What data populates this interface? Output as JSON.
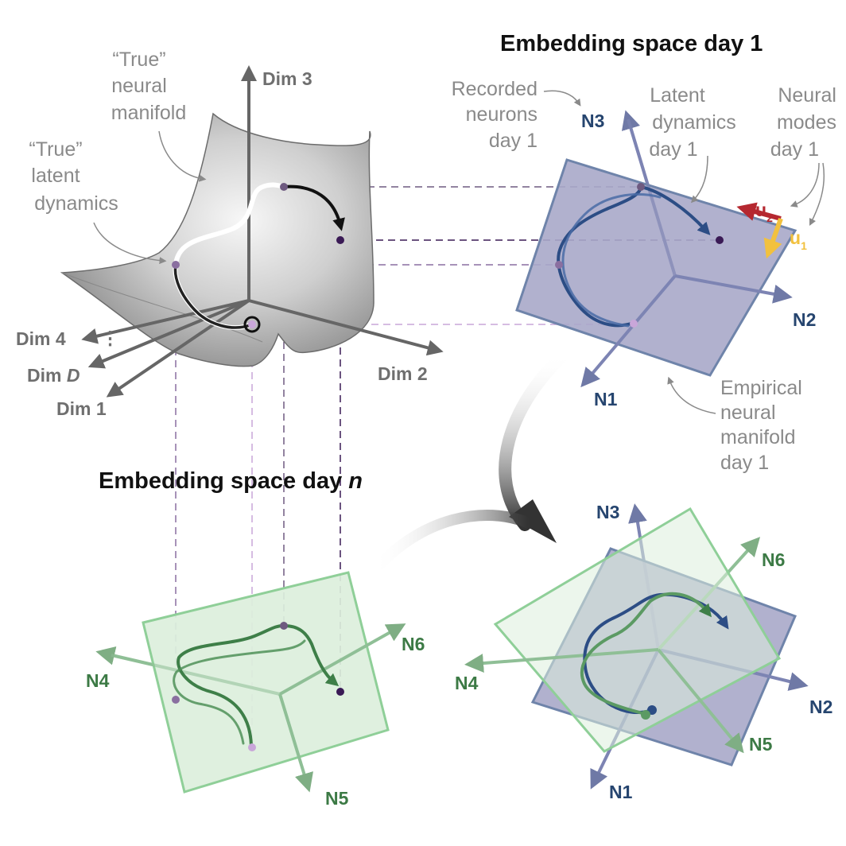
{
  "labels": {
    "true_manifold": [
      "“True”",
      "neural",
      "manifold"
    ],
    "true_latent": [
      "“True”",
      "latent",
      "dynamics"
    ],
    "dim3": "Dim 3",
    "dim4": "Dim 4",
    "dimD_prefix": "Dim ",
    "dimD_var": "D",
    "dim1": "Dim 1",
    "dim2": "Dim 2",
    "ellipsis": "⋮"
  },
  "day1": {
    "title": "Embedding space day 1",
    "recorded_neurons": [
      "Recorded",
      "neurons",
      "day 1"
    ],
    "latent_dynamics": [
      "Latent",
      "dynamics",
      "day 1"
    ],
    "neural_modes": [
      "Neural",
      "modes",
      "day 1"
    ],
    "empirical_manifold": [
      "Empirical",
      "neural",
      "manifold",
      "day 1"
    ],
    "axes": {
      "n1": "N1",
      "n2": "N2",
      "n3": "N3"
    },
    "modes": {
      "u2_base": "u",
      "u2_sub": "2",
      "u1_base": "u",
      "u1_sub": "1"
    }
  },
  "dayn": {
    "title_prefix": "Embedding space day ",
    "title_var": "n",
    "axes": {
      "n4": "N4",
      "n5": "N5",
      "n6": "N6"
    }
  },
  "overlay": {
    "axes": {
      "n1": "N1",
      "n2": "N2",
      "n3": "N3",
      "n4": "N4",
      "n5": "N5",
      "n6": "N6"
    }
  },
  "colors": {
    "day1_plane": "#a9a9c9",
    "day1_edge": "#6f84aa",
    "day1_curve": "#2c4d85",
    "dayn_plane": "#dcefdc",
    "dayn_edge": "#8fcf98",
    "dayn_curve": "#3e7f48",
    "u2": "#b52830",
    "u1": "#f2c13e",
    "point_dark": "#3a1a55",
    "point_mid": "#7a4f93",
    "point_light": "#c9a6d9"
  }
}
